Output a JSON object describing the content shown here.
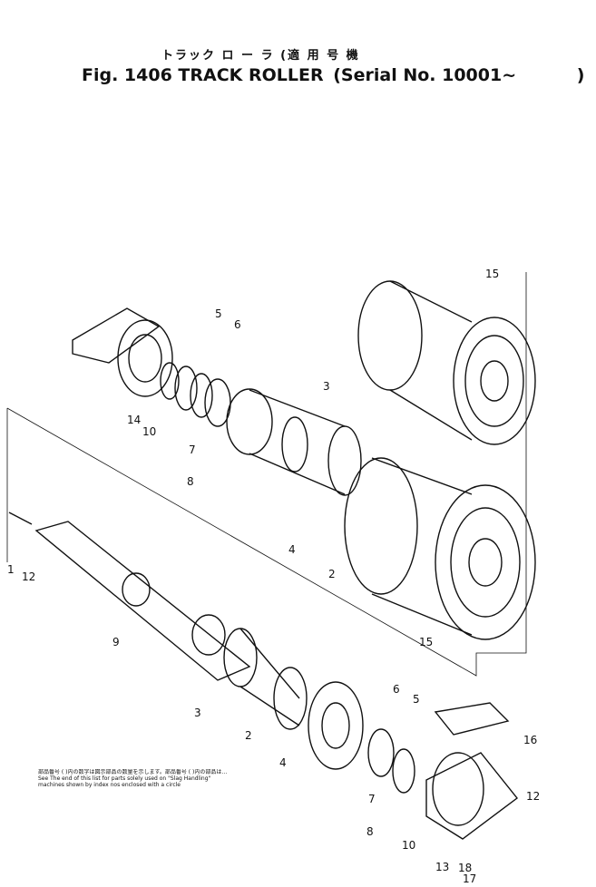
{
  "title": {
    "jp": "トラック ロ ー ラ (適 用 号 機",
    "en_prefix": "Fig. 1406 TRACK ROLLER",
    "serial": "(Serial No. 10001~",
    "close": ")"
  },
  "parts": [
    {
      "id": "1",
      "label": "1"
    },
    {
      "id": "2a",
      "label": "2"
    },
    {
      "id": "2b",
      "label": "2"
    },
    {
      "id": "3a",
      "label": "3"
    },
    {
      "id": "3b",
      "label": "3"
    },
    {
      "id": "4a",
      "label": "4"
    },
    {
      "id": "4b",
      "label": "4"
    },
    {
      "id": "5a",
      "label": "5"
    },
    {
      "id": "5b",
      "label": "5"
    },
    {
      "id": "6a",
      "label": "6"
    },
    {
      "id": "6b",
      "label": "6"
    },
    {
      "id": "7a",
      "label": "7"
    },
    {
      "id": "7b",
      "label": "7"
    },
    {
      "id": "8a",
      "label": "8"
    },
    {
      "id": "8b",
      "label": "8"
    },
    {
      "id": "9",
      "label": "9"
    },
    {
      "id": "10a",
      "label": "10"
    },
    {
      "id": "10b",
      "label": "10"
    },
    {
      "id": "12a",
      "label": "12"
    },
    {
      "id": "12b",
      "label": "12"
    },
    {
      "id": "13",
      "label": "13"
    },
    {
      "id": "14",
      "label": "14"
    },
    {
      "id": "15a",
      "label": "15"
    },
    {
      "id": "15b",
      "label": "15"
    },
    {
      "id": "16",
      "label": "16"
    },
    {
      "id": "17",
      "label": "17"
    },
    {
      "id": "18",
      "label": "18"
    }
  ],
  "note": {
    "line1": "部品番号 ( )内の数字は図示部品の数量を示します。部品番号 ( )内の部品は…",
    "line2": "See The end of this list for parts solely used on \"Slag Handling\"",
    "line3": "machines shown by index nos enclosed with a circle"
  }
}
